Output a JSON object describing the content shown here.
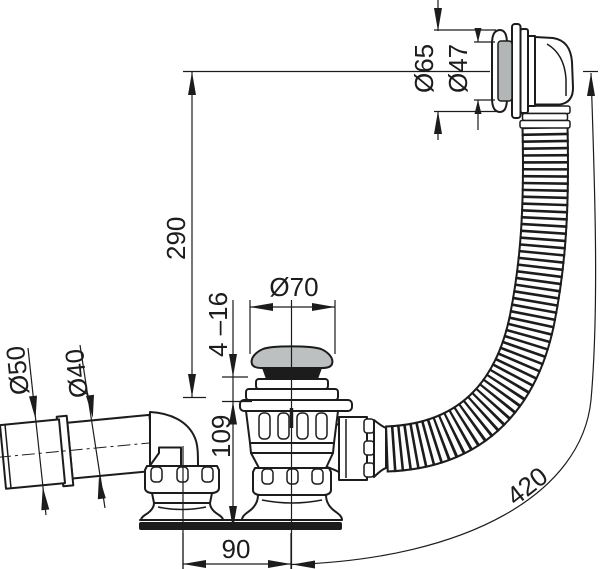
{
  "drawing": {
    "type": "technical dimension drawing",
    "subject": "bath waste overflow drain set with flexible hose, side view",
    "labels": {
      "dia65": "Ø65",
      "dia47": "Ø47",
      "h290": "290",
      "dia70": "Ø70",
      "range416": "4 –16",
      "h109": "109",
      "dia50": "Ø50",
      "dia40": "Ø40",
      "w90": "90",
      "hose420": "420"
    },
    "colors": {
      "line": "#1c1c1c",
      "plate_gray": "#b2b6b6",
      "cap_gray": "#bcc0c0",
      "background": "#ffffff"
    }
  }
}
